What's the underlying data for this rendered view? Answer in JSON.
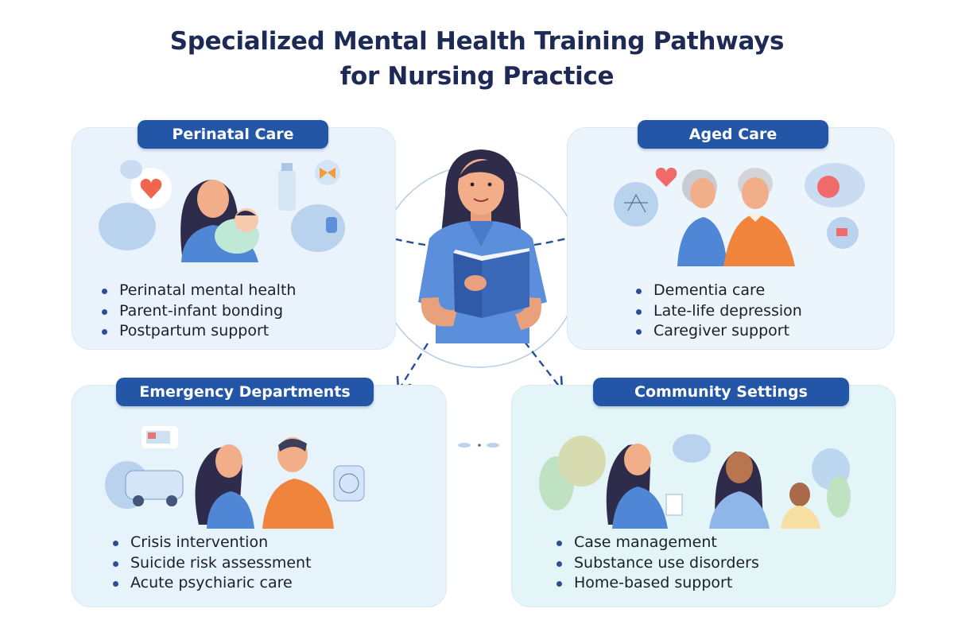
{
  "title": {
    "line1": "Specialized Mental Health Training Pathways",
    "line2": "for Nursing Practice"
  },
  "center": {
    "figure": "nurse-reading-book",
    "icon": "open-book-icon"
  },
  "pathways": [
    {
      "position": "top-left",
      "label": "Perinatal Care",
      "illustration": "nurse-holding-infant",
      "icons": [
        "heart-icon",
        "baby-bottle-icon",
        "bow-icon",
        "breast-pump-icon"
      ],
      "items": [
        "Perinatal mental health",
        "Parent-infant bonding",
        "Postpartum support"
      ]
    },
    {
      "position": "top-right",
      "label": "Aged Care",
      "illustration": "nurse-with-elderly-man",
      "icons": [
        "brain-icon",
        "heart-icon",
        "pill-icon"
      ],
      "items": [
        "Dementia care",
        "Late-life depression",
        "Caregiver support"
      ]
    },
    {
      "position": "bottom-left",
      "label": "Emergency Departments",
      "illustration": "nurse-talking-with-patient",
      "icons": [
        "ambulance-icon",
        "car-icon",
        "clock-icon"
      ],
      "items": [
        "Crisis intervention",
        "Suicide risk assessment",
        "Acute psychiaric care"
      ]
    },
    {
      "position": "bottom-right",
      "label": "Community Settings",
      "illustration": "nurse-with-mother-and-child",
      "icons": [
        "tree-icon",
        "speech-bubble-icon",
        "document-icon"
      ],
      "items": [
        "Case management",
        "Substance use disorders",
        "Home-based support"
      ]
    }
  ],
  "colors": {
    "title": "#1d2a55",
    "pill": "#2456a8",
    "arrow": "#2a4f95",
    "bullet": "#2b4e96",
    "uniform_blue": "#4f86d6",
    "orange": "#f0843c"
  }
}
